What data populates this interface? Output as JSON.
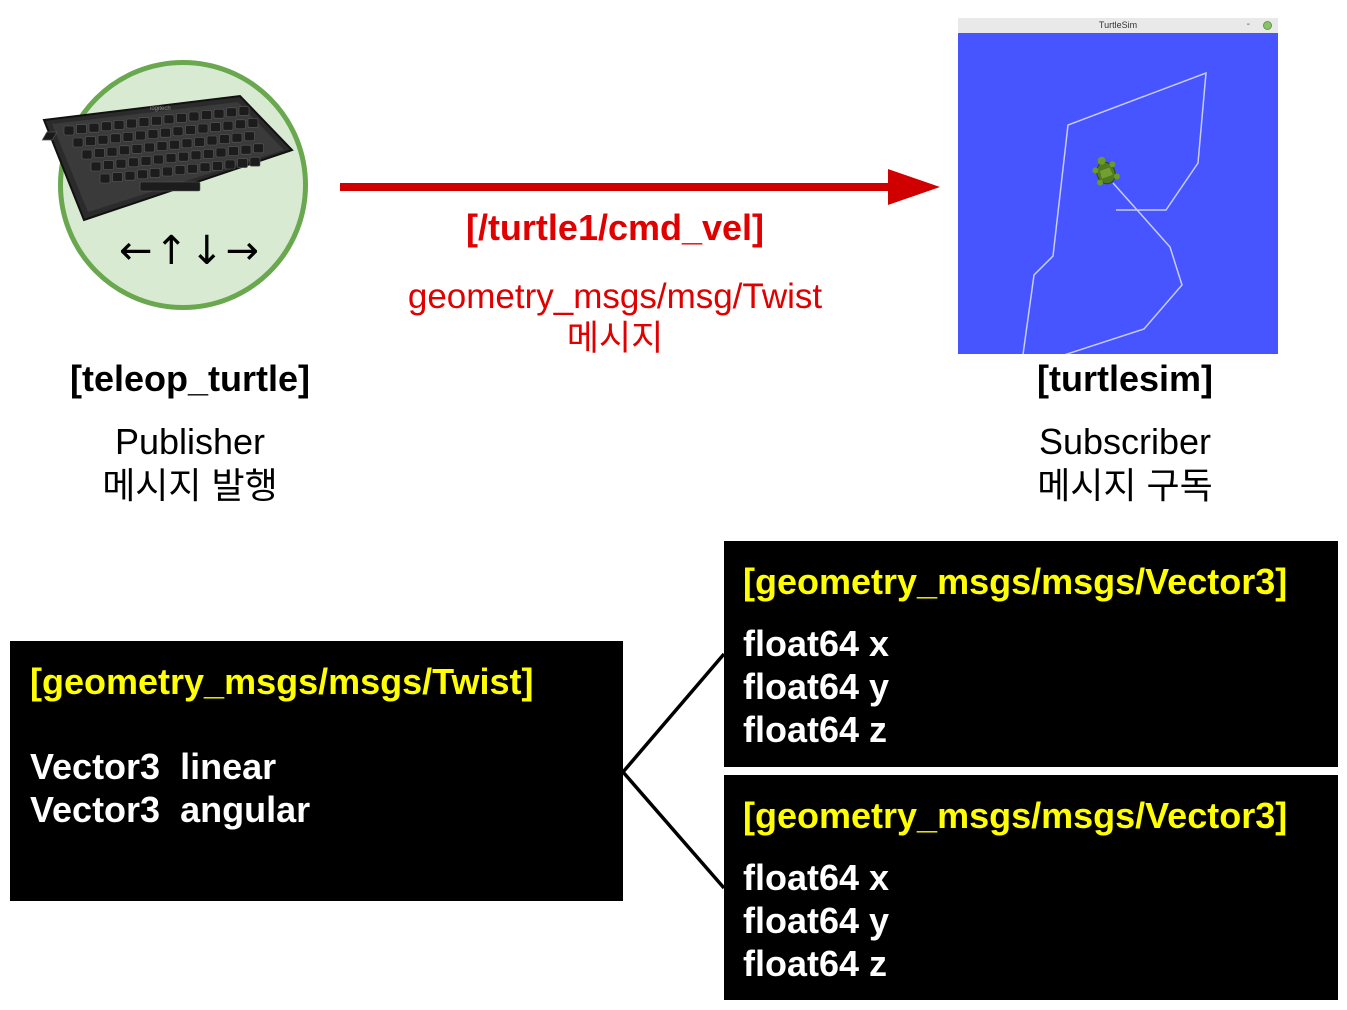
{
  "publisher": {
    "node_name": "[teleop_turtle]",
    "role": "Publisher",
    "role_ko": "메시지 발행",
    "arrow_keys": "←↑↓→"
  },
  "topic": {
    "name": "[/turtle1/cmd_vel]",
    "message_type": "geometry_msgs/msg/Twist",
    "message_type_ko": "메시지",
    "color": "#e00000"
  },
  "subscriber": {
    "node_name": "[turtlesim]",
    "role": "Subscriber",
    "role_ko": "메시지 구독",
    "window_title": "TurtleSim",
    "window_minimize": "-",
    "background_color": "#4655ff"
  },
  "twist_message": {
    "title": "[geometry_msgs/msgs/Twist]",
    "fields": [
      "Vector3  linear",
      "Vector3  angular"
    ]
  },
  "vector3_messages": [
    {
      "title": "[geometry_msgs/msgs/Vector3]",
      "fields": [
        "float64 x",
        "float64 y",
        "float64 z"
      ]
    },
    {
      "title": "[geometry_msgs/msgs/Vector3]",
      "fields": [
        "float64 x",
        "float64 y",
        "float64 z"
      ]
    }
  ]
}
